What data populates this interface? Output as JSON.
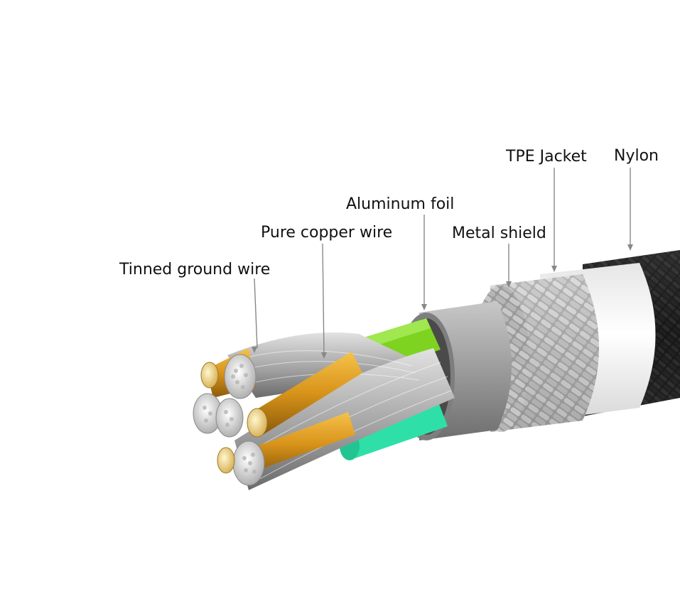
{
  "labels": {
    "tinned_ground_wire": "Tinned ground wire",
    "pure_copper_wire": "Pure copper wire",
    "aluminum_foil": "Aluminum foil",
    "metal_shield": "Metal shield",
    "tpe_jacket": "TPE Jacket",
    "nylon": "Nylon"
  },
  "colors": {
    "nylon_braid": "#1c1c1c",
    "tpe_jacket": "#f4f4f4",
    "metal_shield": "#b9b9b9",
    "aluminum_foil": "#9a9a9a",
    "green_insulation": "#7ed321",
    "teal_insulation": "#2ee0a8",
    "copper": "#d49a1e",
    "tinned_strand": "#c8c8c8",
    "leader_line": "#888888"
  }
}
